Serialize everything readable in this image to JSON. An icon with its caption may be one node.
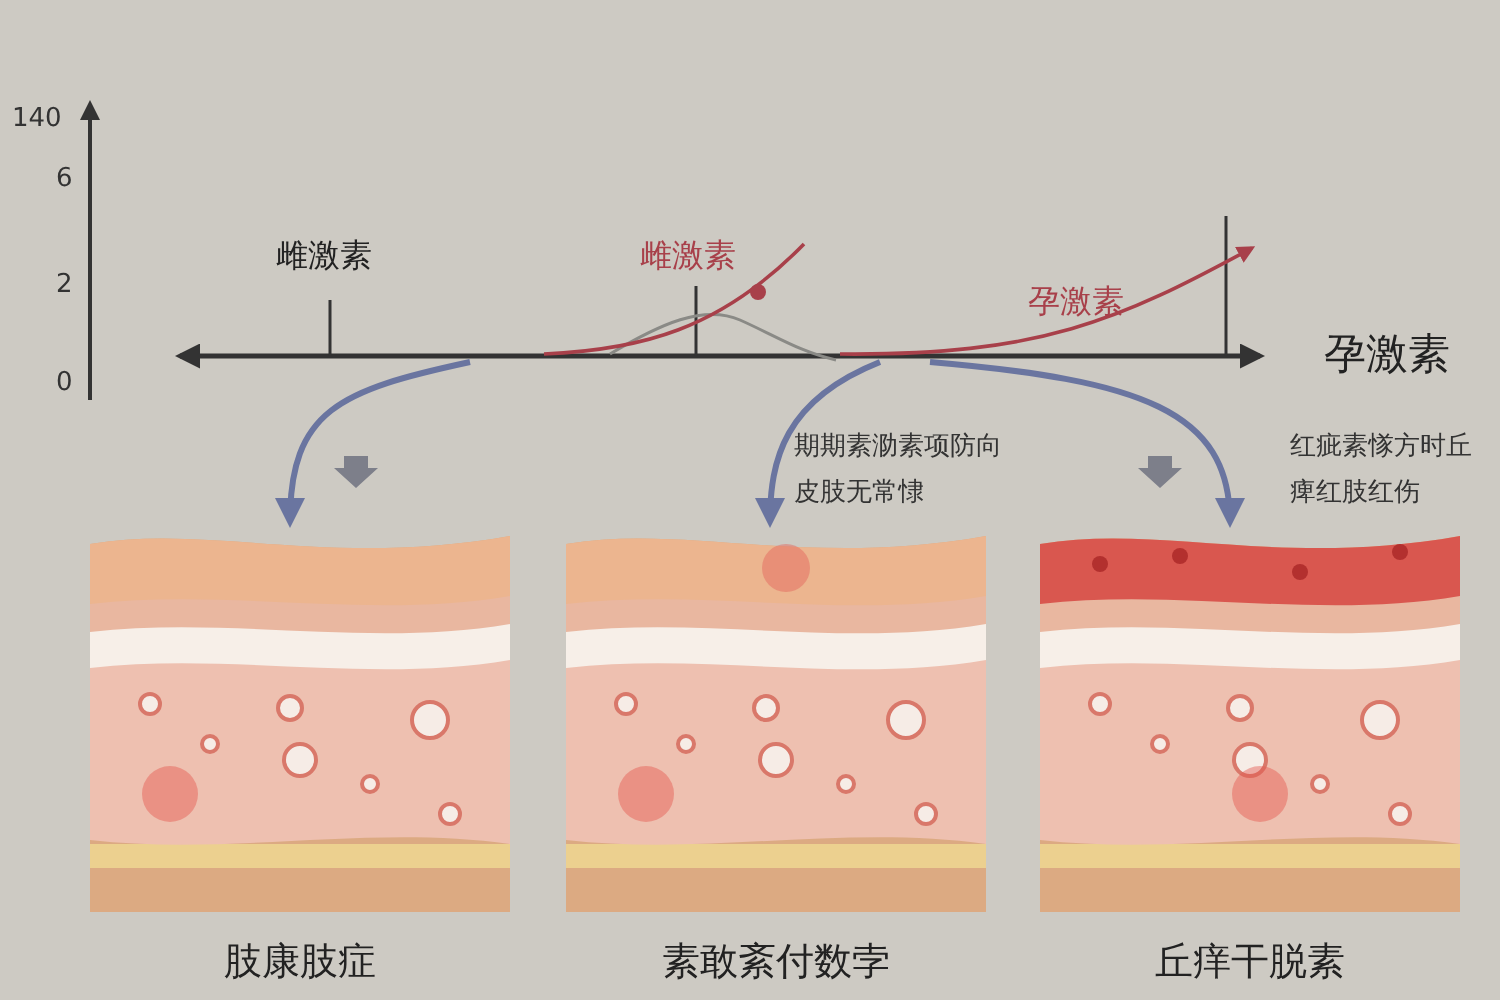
{
  "diagram": {
    "nodes": [
      {
        "text": [
          "肢康肢症"
        ]
      },
      {
        "text": [
          "素敢紊付数孛"
        ],
        "beside": [
          "期期素泐素项防向皮肢无常㥆"
        ]
      },
      {
        "text": [
          "丘痒干脱素"
        ],
        "beside": [
          "红疵素㥞方时丘痺红肢红伤"
        ]
      }
    ],
    "edges": [
      {
        "from": null,
        "to": 0,
        "arrow": "to"
      },
      {
        "from": null,
        "to": 1,
        "arrow": "to"
      },
      {
        "from": null,
        "to": 2,
        "arrow": "to"
      }
    ],
    "labels": [
      "140",
      "6",
      "2",
      "0",
      "雌激素",
      "雌激素",
      "孕激素",
      "孕激素"
    ]
  }
}
